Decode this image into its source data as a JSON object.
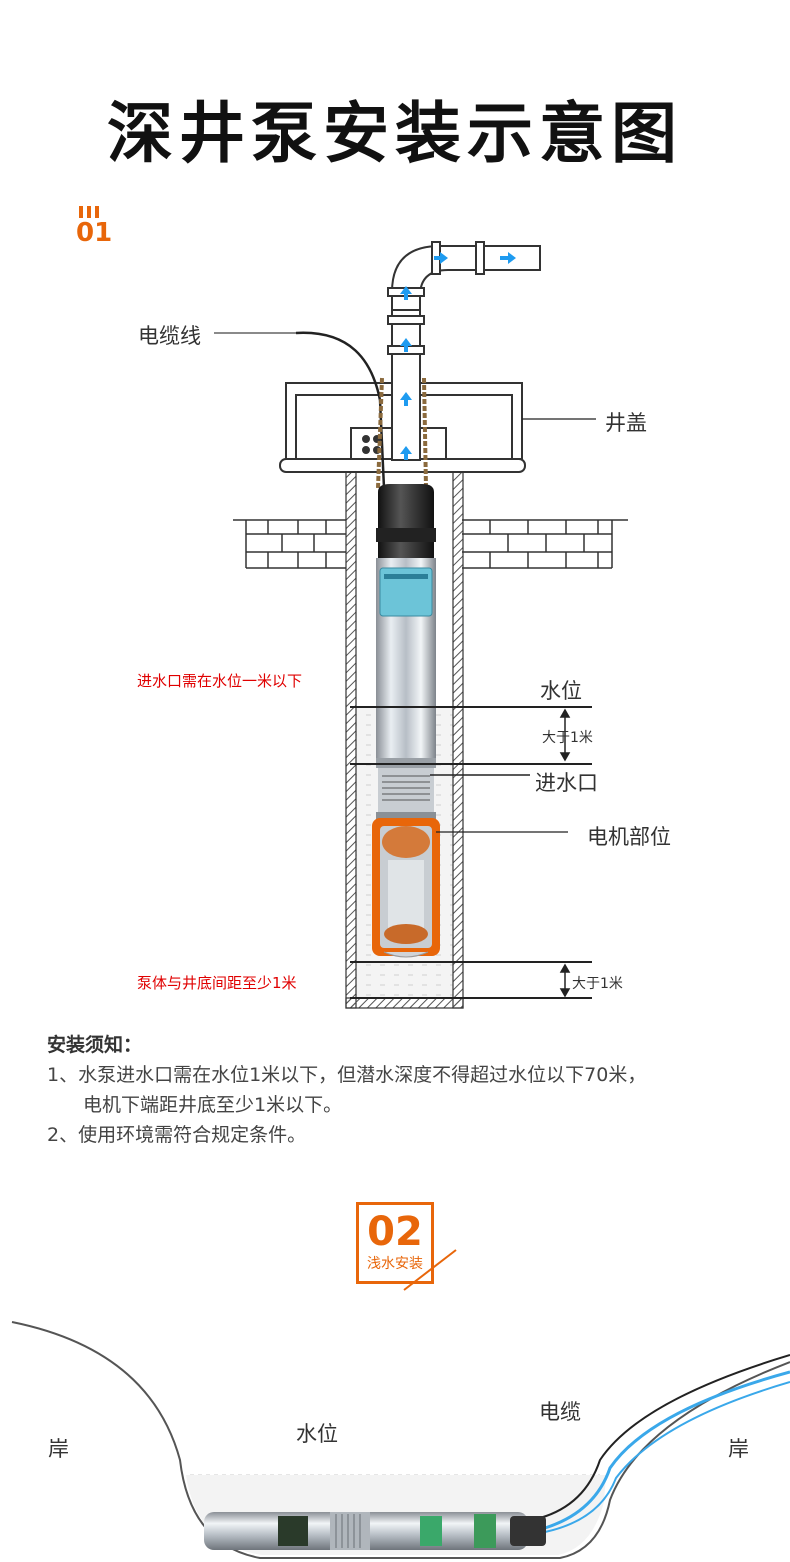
{
  "title": "深井泵安装示意图",
  "section1": {
    "number": "01"
  },
  "diagram1": {
    "cable_label": "电缆线",
    "cover_label": "井盖",
    "inlet_note": "进水口需在水位一米以下",
    "water_level_label": "水位",
    "gap_label_1": "大于1米",
    "inlet_label": "进水口",
    "motor_label": "电机部位",
    "bottom_note": "泵体与井底间距至少1米",
    "gap_label_2": "大于1米"
  },
  "notes": {
    "heading": "安装须知：",
    "item1_line1": "1、水泵进水口需在水位1米以下，但潜水深度不得超过水位以下70米，",
    "item1_line2": "电机下端距井底至少1米以下。",
    "item2": "2、使用环境需符合规定条件。"
  },
  "section2": {
    "number": "02",
    "caption": "浅水安装"
  },
  "diagram2": {
    "bank_left": "岸",
    "water_level": "水位",
    "cable": "电缆",
    "bank_right": "岸"
  },
  "colors": {
    "accent": "#e8660a",
    "arrow": "#1e9bf0",
    "warning": "#e00000"
  }
}
